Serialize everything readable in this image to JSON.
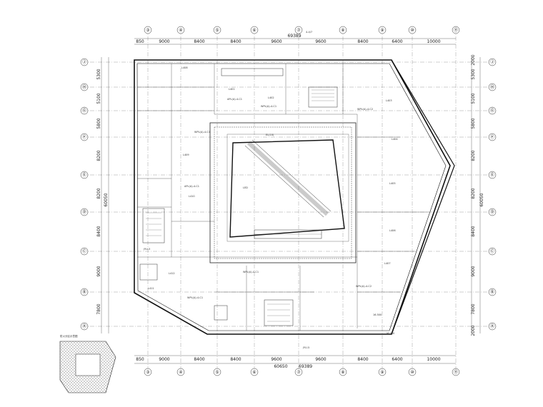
{
  "top_dims": [
    "850",
    "9000",
    "8400",
    "8400",
    "9600",
    "9600",
    "8400",
    "6400",
    "10000"
  ],
  "top_total": "69389",
  "top_note": "4-4/7",
  "bottom_dims": [
    "850",
    "9000",
    "8400",
    "8400",
    "9600",
    "9600",
    "8400",
    "6400",
    "10000"
  ],
  "bottom_total_1": "60650",
  "bottom_total_2": "69389",
  "left_dims": [
    "5300",
    "5100",
    "5800",
    "8200",
    "8200",
    "8400",
    "9000",
    "7800"
  ],
  "left_total": "60050",
  "right_dims": [
    "2000",
    "5300",
    "5100",
    "5800",
    "8200",
    "8200",
    "8400",
    "9000",
    "7800",
    "2000"
  ],
  "right_total": "60050",
  "col_labels": [
    "③",
    "④",
    "⑤",
    "⑥",
    "⑦",
    "⑧",
    "⑨",
    "⑩",
    "⑪"
  ],
  "row_labels": [
    "Ⓙ",
    "Ⓗ",
    "Ⓖ",
    "Ⓕ",
    "Ⓔ",
    "Ⓓ",
    "Ⓒ",
    "Ⓑ",
    "Ⓐ"
  ],
  "inset_caption": "防火分区示意图",
  "room_labels": [
    {
      "t": "APL(A)-4-C1"
    },
    {
      "t": "APL(A)-4-C1"
    },
    {
      "t": "WPL(A)-4-C1"
    },
    {
      "t": "WPL(A)-4-C2"
    },
    {
      "t": "WPL(A)-4-C1"
    },
    {
      "t": "WPL(A)-4-C2"
    },
    {
      "t": "WPL(A)-4-C1"
    },
    {
      "t": "WPL(A)-4-C1"
    },
    {
      "t": "L401"
    },
    {
      "t": "L402"
    },
    {
      "t": "L403"
    },
    {
      "t": "L404"
    },
    {
      "t": "L405"
    },
    {
      "t": "L406"
    },
    {
      "t": "L407"
    },
    {
      "t": "L408"
    },
    {
      "t": "L409"
    },
    {
      "t": "L410"
    },
    {
      "t": "L411"
    },
    {
      "t": "L412"
    },
    {
      "t": "JYU-3"
    },
    {
      "t": "JYU-5"
    },
    {
      "t": "16.500"
    },
    {
      "t": "16.750"
    },
    {
      "t": "LED"
    },
    {
      "t": "EL(10)"
    }
  ]
}
